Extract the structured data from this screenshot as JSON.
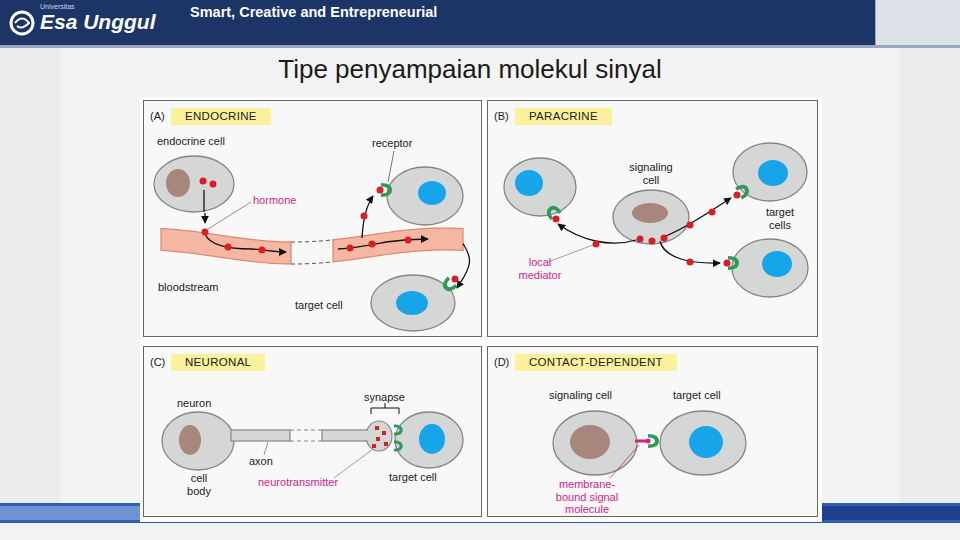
{
  "diagram": {
    "title": "Tipe penyampaian molekul sinyal",
    "nodes": [
      {
        "text": [
          "Universitas",
          "Esa Unggul",
          "Smart, Creative and Entrepreneurial"
        ]
      },
      {
        "text": [
          "(A)",
          "ENDOCRINE"
        ]
      },
      {
        "text": [
          "endocrine cell"
        ],
        "in": 1
      },
      {
        "text": [
          "bloodstream"
        ],
        "in": 1
      },
      {
        "text": [
          "target cell"
        ],
        "in": 1
      },
      {
        "text": [
          "(B)",
          "PARACRINE"
        ]
      },
      {
        "text": [
          "signaling cell"
        ],
        "in": 5
      },
      {
        "text": [
          "(C)",
          "NEURONAL"
        ]
      },
      {
        "text": [
          "neuron",
          "cell body"
        ],
        "in": 7
      },
      {
        "text": [
          "target cell"
        ],
        "in": 7
      },
      {
        "text": [
          "(D)",
          "CONTACT-DEPENDENT"
        ]
      },
      {
        "text": [
          "signaling cell"
        ],
        "in": 10
      },
      {
        "text": [
          "target cell"
        ],
        "in": 10
      }
    ],
    "edges": [
      {
        "from": 2,
        "to": 3,
        "arrow": "to"
      },
      {
        "from": 3,
        "to": 4,
        "arrow": "to"
      }
    ],
    "labels": [
      "receptor",
      "hormone",
      "target cells",
      "local mediator",
      "synapse",
      "axon",
      "neurotransmitter",
      "membrane-bound signal molecule"
    ]
  }
}
